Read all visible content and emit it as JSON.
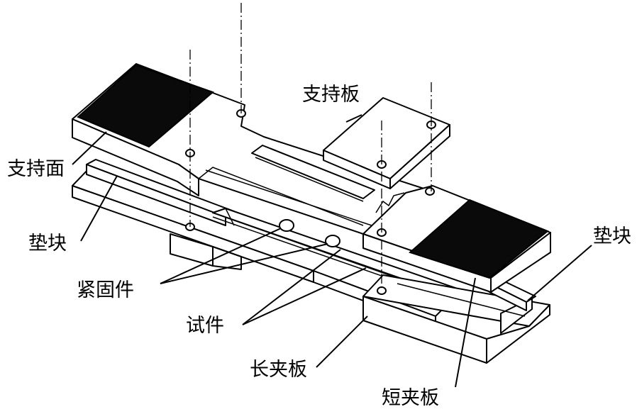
{
  "labels": {
    "support_face": "支持面",
    "support_plate": "支持板",
    "pad_left": "垫块",
    "pad_right": "垫块",
    "fastener": "紧固件",
    "specimen": "试件",
    "long_clamp": "长夹板",
    "short_clamp": "短夹板"
  },
  "colors": {
    "line": "#000000",
    "fill": "#ffffff",
    "support_face_fill": "#0a0a0a"
  }
}
